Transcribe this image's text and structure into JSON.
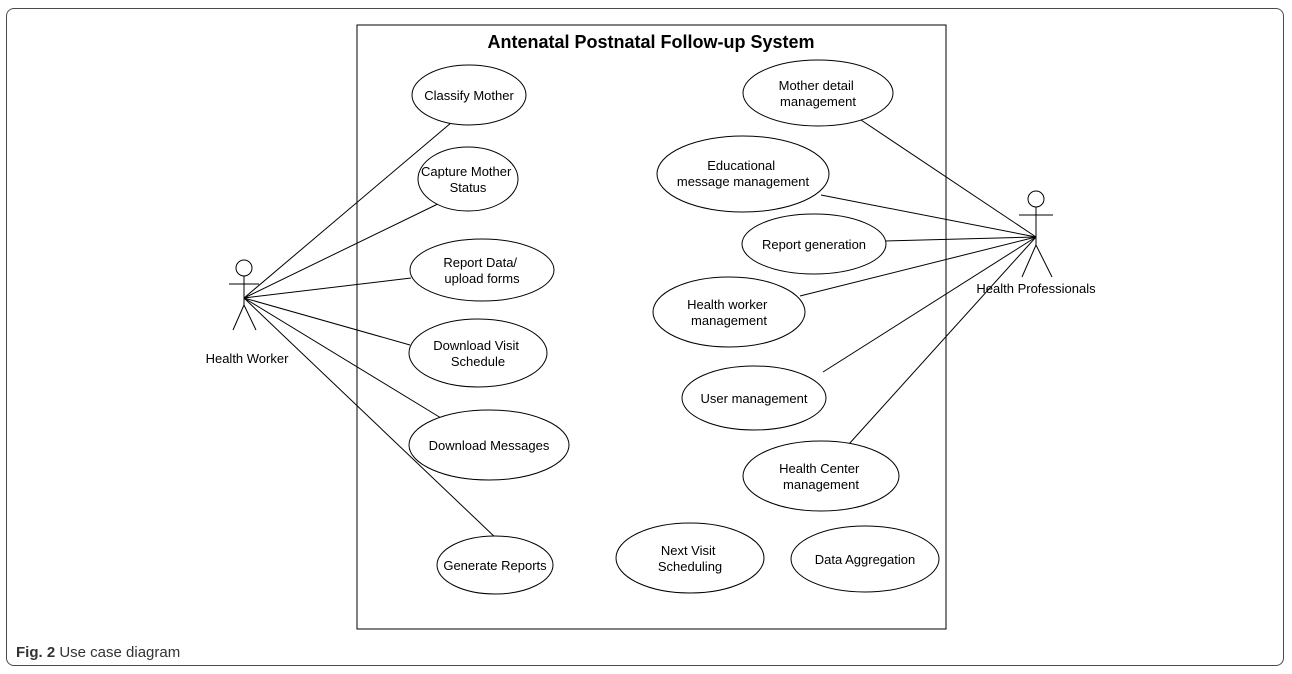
{
  "diagram": {
    "system_title": "Antenatal Postnatal Follow-up System",
    "actors": {
      "health_worker": "Health Worker",
      "health_professionals": "Health Professionals"
    },
    "use_cases": {
      "classify_mother": [
        "Classify Mother"
      ],
      "capture_mother_status": [
        "Capture Mother",
        "Status"
      ],
      "report_data": [
        "Report Data/",
        "upload forms"
      ],
      "download_visit_schedule": [
        "Download Visit",
        "Schedule"
      ],
      "download_messages": [
        "Download Messages"
      ],
      "generate_reports": [
        "Generate Reports"
      ],
      "next_visit_scheduling": [
        "Next Visit",
        "Scheduling"
      ],
      "data_aggregation": [
        "Data Aggregation"
      ],
      "mother_detail_management": [
        "Mother detail",
        "management"
      ],
      "educational_message_management": [
        "Educational",
        "message management"
      ],
      "report_generation": [
        "Report generation"
      ],
      "health_worker_management": [
        "Health worker",
        "management"
      ],
      "user_management": [
        "User management"
      ],
      "health_center_management": [
        "Health Center",
        "management"
      ]
    }
  },
  "caption": {
    "label": "Fig. 2",
    "text": "Use case diagram"
  }
}
